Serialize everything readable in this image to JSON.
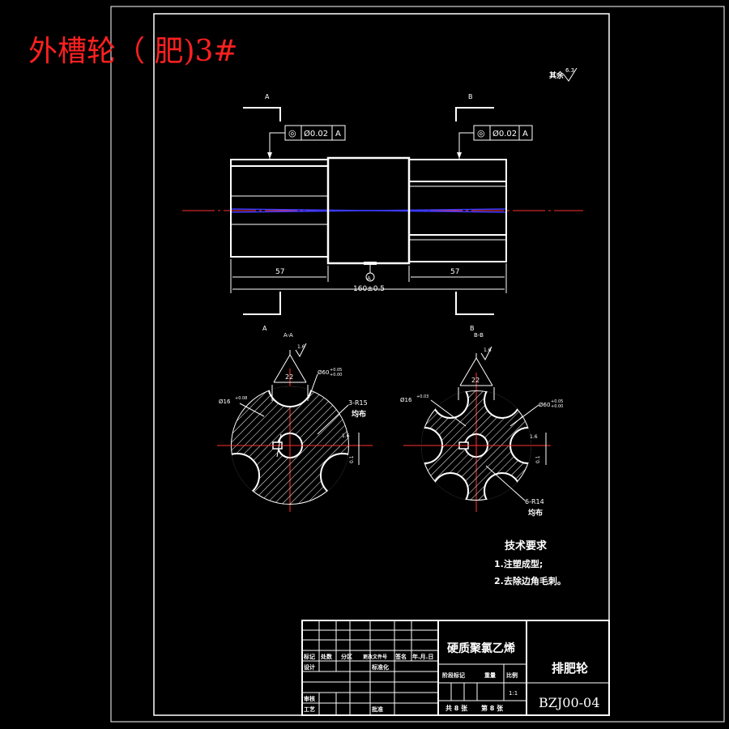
{
  "header": {
    "title": "外槽轮（ 肥)3#",
    "title_color": "#ff2020"
  },
  "roughness_note": {
    "prefix": "其余",
    "value": "6.3"
  },
  "section_marks": {
    "a": "A",
    "b": "B",
    "view_a": "A-A",
    "view_b": "B-B"
  },
  "tolerance_frames": [
    {
      "symbol": "◎",
      "value": "Ø0.02",
      "datum": "A"
    },
    {
      "symbol": "◎",
      "value": "Ø0.02",
      "datum": "A"
    }
  ],
  "dimensions": {
    "left_len": "57",
    "right_len": "57",
    "total_len": "160±0.5",
    "datum": "A"
  },
  "section_a": {
    "width": "22",
    "roughness": "1.6",
    "bore": "Ø16",
    "bore_tol": "+0.08",
    "outer": "Ø60",
    "outer_tol_up": "+0.05",
    "outer_tol_low": "+0.00",
    "fillet": "3-R15",
    "fillet_note": "均布",
    "side_roughness": "1.6",
    "side_tol": "0.1"
  },
  "section_b": {
    "width": "22",
    "roughness": "1.6",
    "bore": "Ø16",
    "bore_tol": "+0.03",
    "outer": "Ø60",
    "outer_tol_up": "+0.05",
    "outer_tol_low": "+0.00",
    "fillet": "6-R14",
    "fillet_note": "均布",
    "side_roughness": "1.6",
    "side_tol": "0.1"
  },
  "tech_requirements": {
    "heading": "技术要求",
    "items": [
      "1.注塑成型;",
      "2.去除边角毛刺。"
    ]
  },
  "title_block": {
    "material": "硬质聚氯乙烯",
    "part_name": "排肥轮",
    "drawing_no": "BZJ00-04",
    "labels": {
      "mark": "标记",
      "count": "处数",
      "zone": "分区",
      "change_doc": "更改文件号",
      "signature": "签名",
      "date": "年.月.日",
      "design": "设计",
      "standardize": "标准化",
      "stage_mark": "阶段标记",
      "weight": "重量",
      "scale": "比例",
      "review": "审核",
      "process": "工艺",
      "approve": "批准"
    },
    "scale_value": "1:1",
    "sheets_total": "共 8 张",
    "sheet_no": "第 8 张"
  }
}
